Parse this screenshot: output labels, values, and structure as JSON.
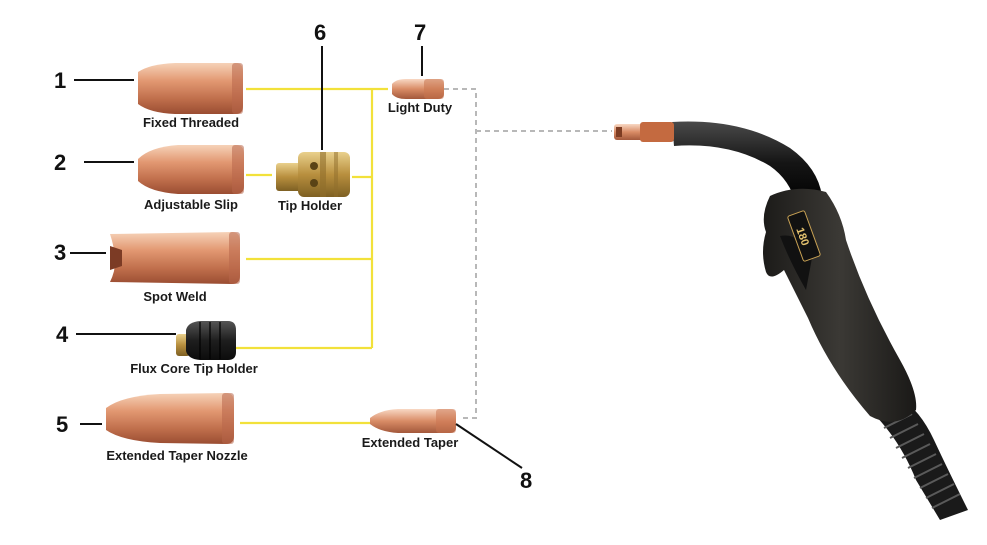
{
  "diagram": {
    "parts": [
      {
        "number": "1",
        "name": "Fixed Threaded"
      },
      {
        "number": "2",
        "name": "Adjustable Slip"
      },
      {
        "number": "3",
        "name": "Spot Weld"
      },
      {
        "number": "4",
        "name": "Flux Core Tip Holder"
      },
      {
        "number": "5",
        "name": "Extended Taper Nozzle"
      },
      {
        "number": "6",
        "name": "Tip Holder"
      },
      {
        "number": "7",
        "name": "Light Duty"
      },
      {
        "number": "8",
        "name": "Extended Taper"
      }
    ],
    "gun_handle_marking": "180",
    "colors": {
      "copper_light": "#f2c1a0",
      "copper_dark": "#a8563a",
      "brass": "#c9a254",
      "connector_line": "#f2e13a",
      "dashed_line": "#b8b8b8",
      "gun_body": "#2b2a27"
    }
  }
}
